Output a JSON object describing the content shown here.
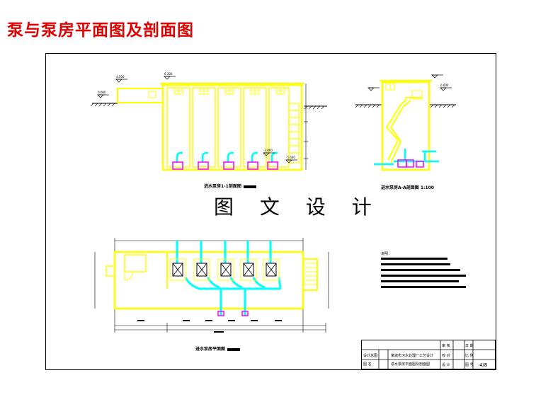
{
  "heading": "泵与泵房平面图及剖面图",
  "watermark": "图 文 设 计",
  "captions": {
    "section_1_1": "进水泵房1-1剖面图",
    "section_a_a": "进水泵房A-A剖面图",
    "section_a_a_scale": "1:100",
    "plan": "进水泵房平面图"
  },
  "elevations": {
    "roof": "6.300",
    "gate_left": "4.500",
    "ground_left": "0.000",
    "ground_right": "0.000",
    "pump_axis": "-3.800",
    "pit_floor": "-5.600"
  },
  "notes": {
    "title": "说明："
  },
  "title_block": {
    "designer_label": "设计总图",
    "designer_sub": "图 名",
    "project": "某城市污水处理厂工艺设计",
    "drawing": "进水泵房平面图及剖面图",
    "sign_a": "审 核",
    "sign_b": "校 对",
    "sign_c": "设 计",
    "date_a": "日 期",
    "date_b": "比 例",
    "date_c": "图 号",
    "sheet_no": "4/8"
  },
  "colors": {
    "walls": "#ffff00",
    "pipes": "#00ffff",
    "pumps": "#ff00ff",
    "dimensions": "#000000",
    "heading": "#e00000"
  }
}
